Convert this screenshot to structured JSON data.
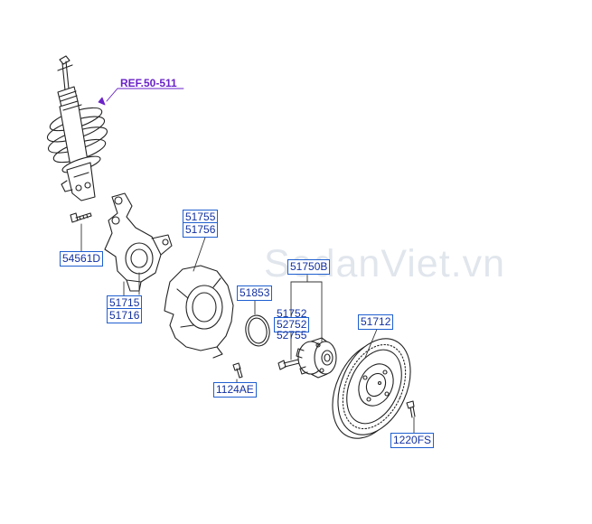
{
  "diagram": {
    "reference": "REF.50-511",
    "watermark": "SedanViet.vn",
    "parts": {
      "bolt_54561d": "54561D",
      "knuckle_51715": "51715",
      "knuckle_51716": "51716",
      "dust_cover_51755": "51755",
      "dust_cover_51756": "51756",
      "snap_ring_51853": "51853",
      "screw_1124ae": "1124AE",
      "hub_assembly_51750b": "51750B",
      "hub_51752": "51752",
      "hub_52752": "52752",
      "hub_bolt_52755": "52755",
      "disc_51712": "51712",
      "disc_screw_1220fs": "1220FS"
    }
  }
}
